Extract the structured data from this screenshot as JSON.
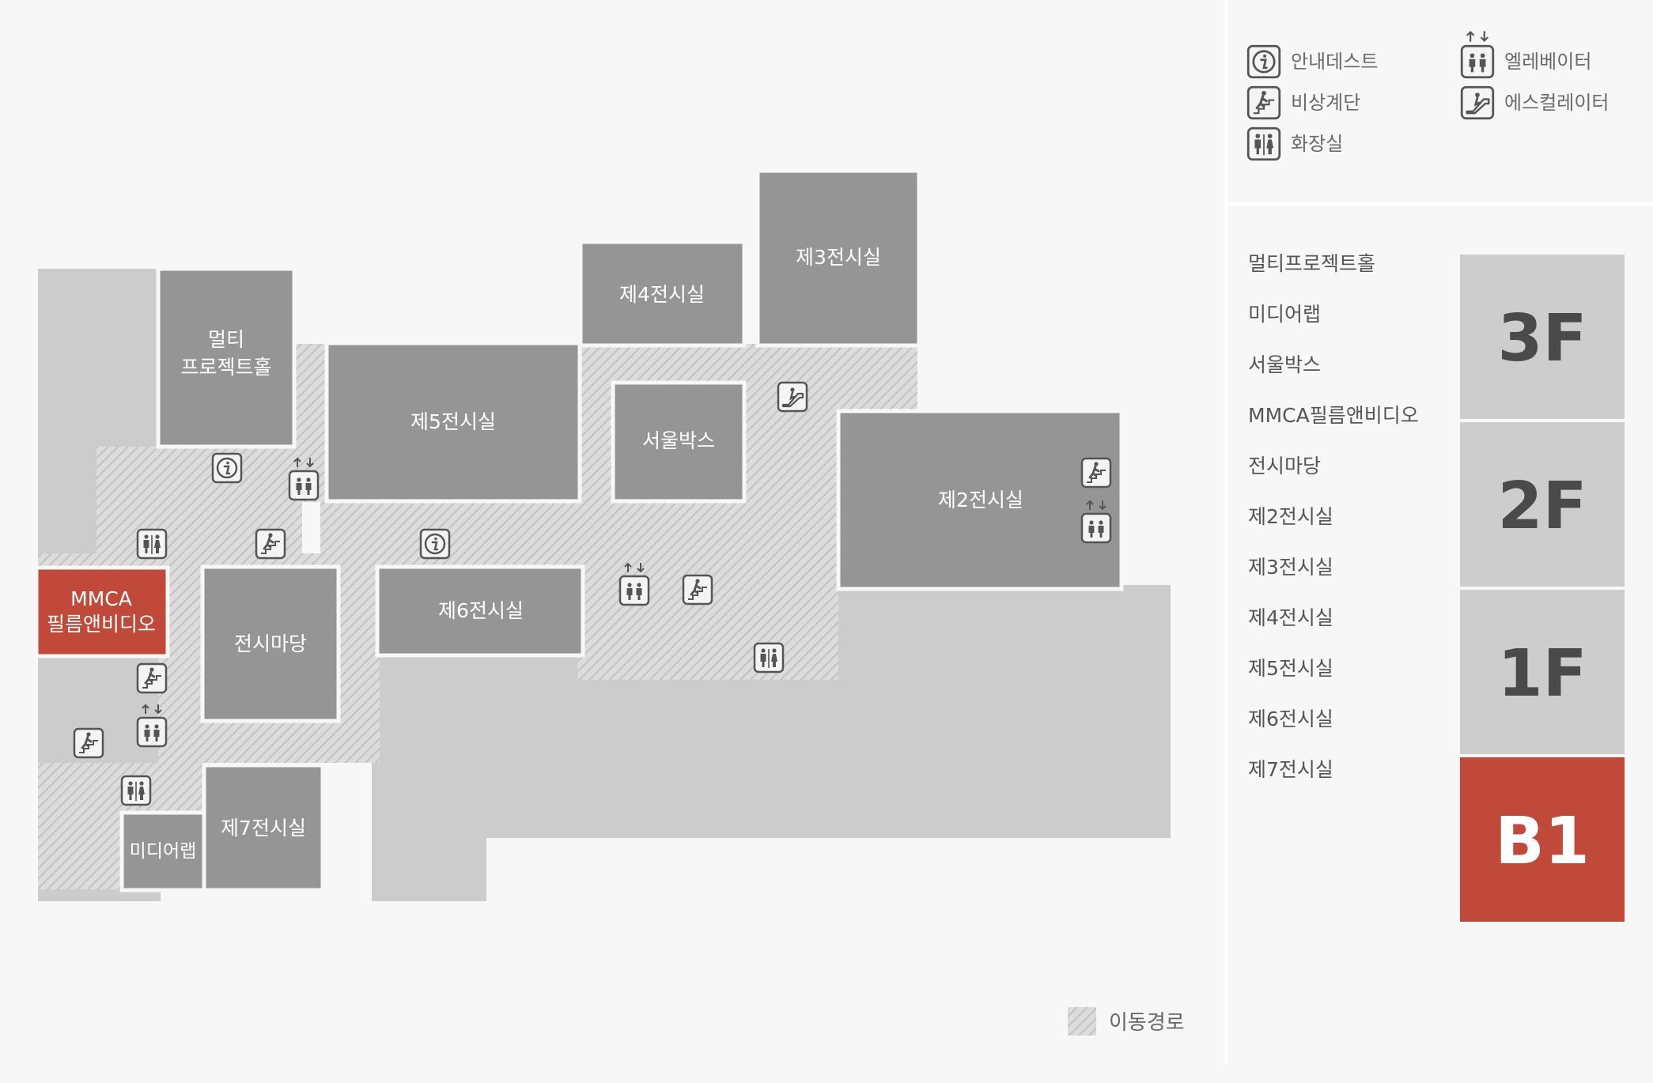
{
  "legend": {
    "items": [
      {
        "icon": "info-icon",
        "label": "안내데스트"
      },
      {
        "icon": "elevator-icon",
        "label": "엘레베이터"
      },
      {
        "icon": "emergency-stairs-icon",
        "label": "비상계단"
      },
      {
        "icon": "escalator-icon",
        "label": "에스컬레이터"
      },
      {
        "icon": "restroom-icon",
        "label": "화장실"
      }
    ]
  },
  "rooms": {
    "multi": [
      "멀티",
      "프로젝트홀"
    ],
    "hall4": "제4전시실",
    "hall3": "제3전시실",
    "hall5": "제5전시실",
    "seoulbox": "서울박스",
    "hall2": "제2전시실",
    "mmca": [
      "MMCA",
      "필름앤비디오"
    ],
    "madang": "전시마당",
    "hall6": "제6전시실",
    "hall7": "제7전시실",
    "medialab": "미디어랩"
  },
  "route_label": "이동경로",
  "space_list": [
    "멀티프로젝트홀",
    "미디어랩",
    "서울박스",
    "MMCA필름앤비디오",
    "전시마당",
    "제2전시실",
    "제3전시실",
    "제4전시실",
    "제5전시실",
    "제6전시실",
    "제7전시실"
  ],
  "floors": [
    {
      "label": "3F",
      "active": false
    },
    {
      "label": "2F",
      "active": false
    },
    {
      "label": "1F",
      "active": false
    },
    {
      "label": "B1",
      "active": true
    }
  ],
  "colors": {
    "background": "#f7f7f7",
    "floor_area": "#cccccc",
    "room": "#959595",
    "highlight": "#c0493a",
    "floor_button": "#cdcdcd",
    "icon_stroke": "#555555"
  }
}
